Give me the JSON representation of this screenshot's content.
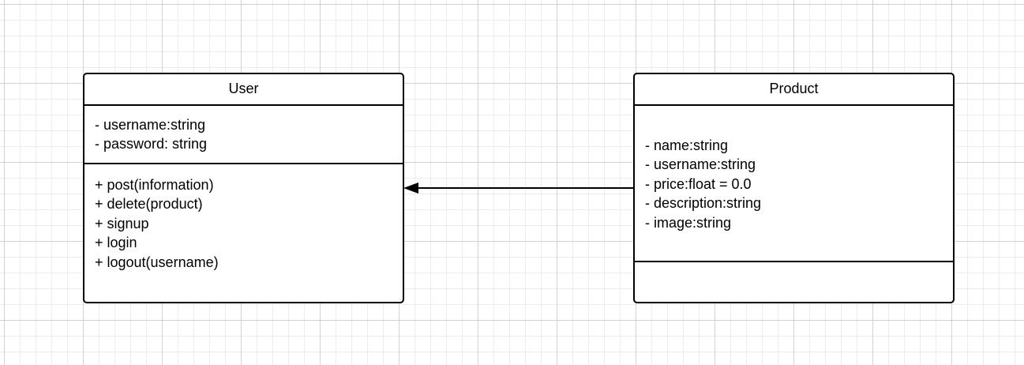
{
  "diagram": {
    "classes": {
      "user": {
        "name": "User",
        "attributes": [
          "- username:string",
          "- password: string"
        ],
        "operations": [
          "+ post(information)",
          "+ delete(product)",
          "+ signup",
          "+ login",
          "+ logout(username)"
        ]
      },
      "product": {
        "name": "Product",
        "attributes": [
          "- name:string",
          "- username:string",
          "- price:float = 0.0",
          "- description:string",
          "- image:string"
        ],
        "operations": []
      }
    },
    "relationship": {
      "from": "Product",
      "to": "User",
      "arrow": "filled-triangle"
    },
    "colors": {
      "line": "#000000",
      "background": "#ffffff",
      "grid_major": "#d2d2d2",
      "grid_minor": "#ececec"
    }
  }
}
